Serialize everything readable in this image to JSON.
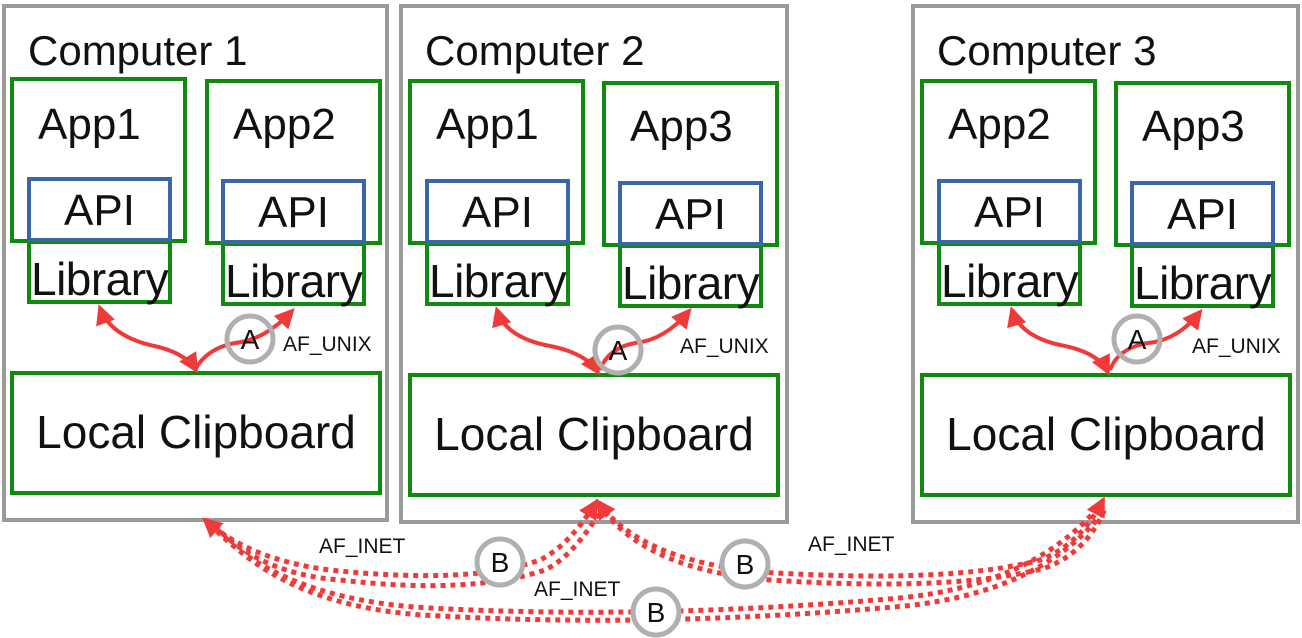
{
  "computers": [
    {
      "title": "Computer 1",
      "apps": [
        {
          "name": "App1",
          "api": "API",
          "library": "Library"
        },
        {
          "name": "App2",
          "api": "API",
          "library": "Library"
        }
      ],
      "clipboard": "Local Clipboard"
    },
    {
      "title": "Computer 2",
      "apps": [
        {
          "name": "App1",
          "api": "API",
          "library": "Library"
        },
        {
          "name": "App3",
          "api": "API",
          "library": "Library"
        }
      ],
      "clipboard": "Local Clipboard"
    },
    {
      "title": "Computer 3",
      "apps": [
        {
          "name": "App2",
          "api": "API",
          "library": "Library"
        },
        {
          "name": "App3",
          "api": "API",
          "library": "Library"
        }
      ],
      "clipboard": "Local Clipboard"
    }
  ],
  "local_links": {
    "label": "AF_UNIX",
    "marker": "A"
  },
  "network_links": {
    "label": "AF_INET",
    "marker": "B"
  },
  "colors": {
    "computer_border": "#9a9a9a",
    "app_border": "#0f8a0f",
    "api_border": "#3a65a8",
    "arrow": "#f03a3a",
    "marker_ring": "#b0b0b0"
  }
}
